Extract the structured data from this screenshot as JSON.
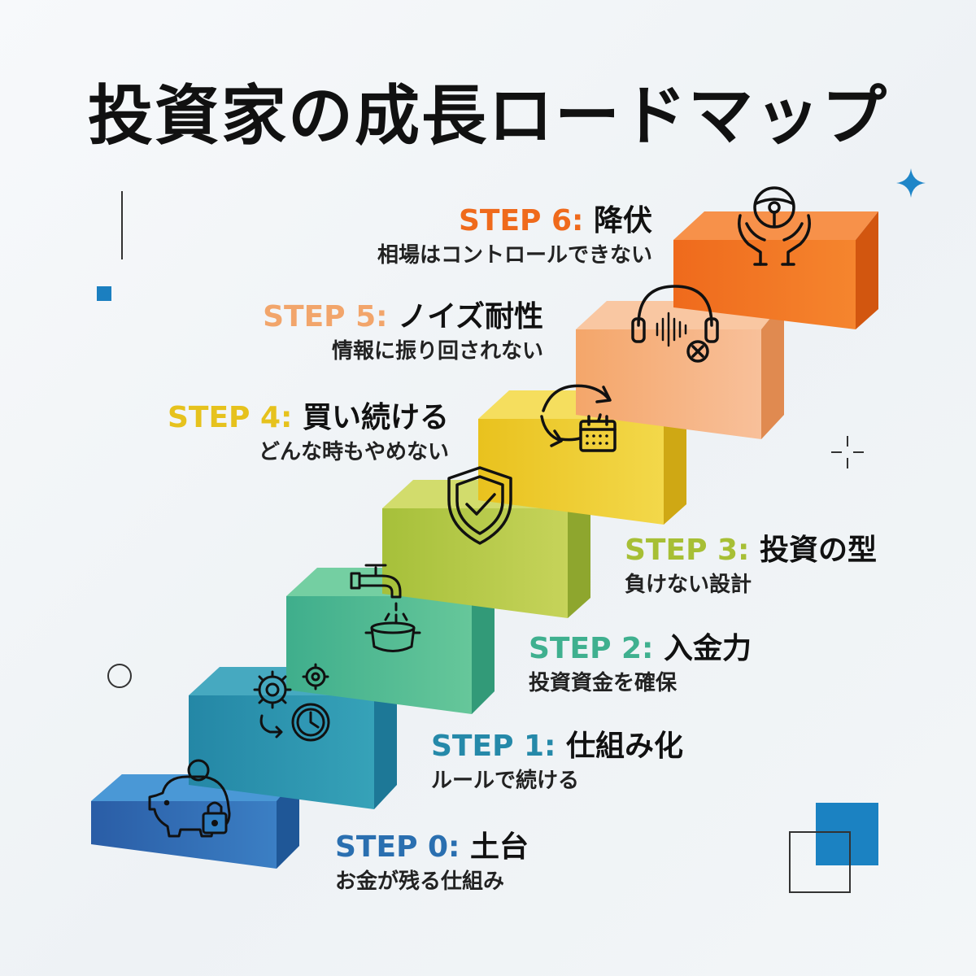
{
  "title": "投資家の成長ロードマップ",
  "steps": [
    {
      "step": "STEP 0:",
      "name": "土台",
      "desc": "お金が残る仕組み",
      "color": "#2a6fb0",
      "icon": "piggy-bank-lock-icon"
    },
    {
      "step": "STEP 1:",
      "name": "仕組み化",
      "desc": "ルールで続ける",
      "color": "#2589a9",
      "icon": "gears-clock-icon"
    },
    {
      "step": "STEP 2:",
      "name": "入金力",
      "desc": "投資資金を確保",
      "color": "#3fb08f",
      "icon": "faucet-pot-icon"
    },
    {
      "step": "STEP 3:",
      "name": "投資の型",
      "desc": "負けない設計",
      "color": "#a7bf35",
      "icon": "shield-check-icon"
    },
    {
      "step": "STEP 4:",
      "name": "買い続ける",
      "desc": "どんな時もやめない",
      "color": "#e6c21d",
      "icon": "cycle-calendar-icon"
    },
    {
      "step": "STEP 5:",
      "name": "ノイズ耐性",
      "desc": "情報に振り回されない",
      "color": "#f2a56b",
      "icon": "headphones-mute-icon"
    },
    {
      "step": "STEP 6:",
      "name": "降伏",
      "desc": "相場はコントロールできない",
      "color": "#ef6a1c",
      "icon": "hands-steering-wheel-icon"
    }
  ]
}
